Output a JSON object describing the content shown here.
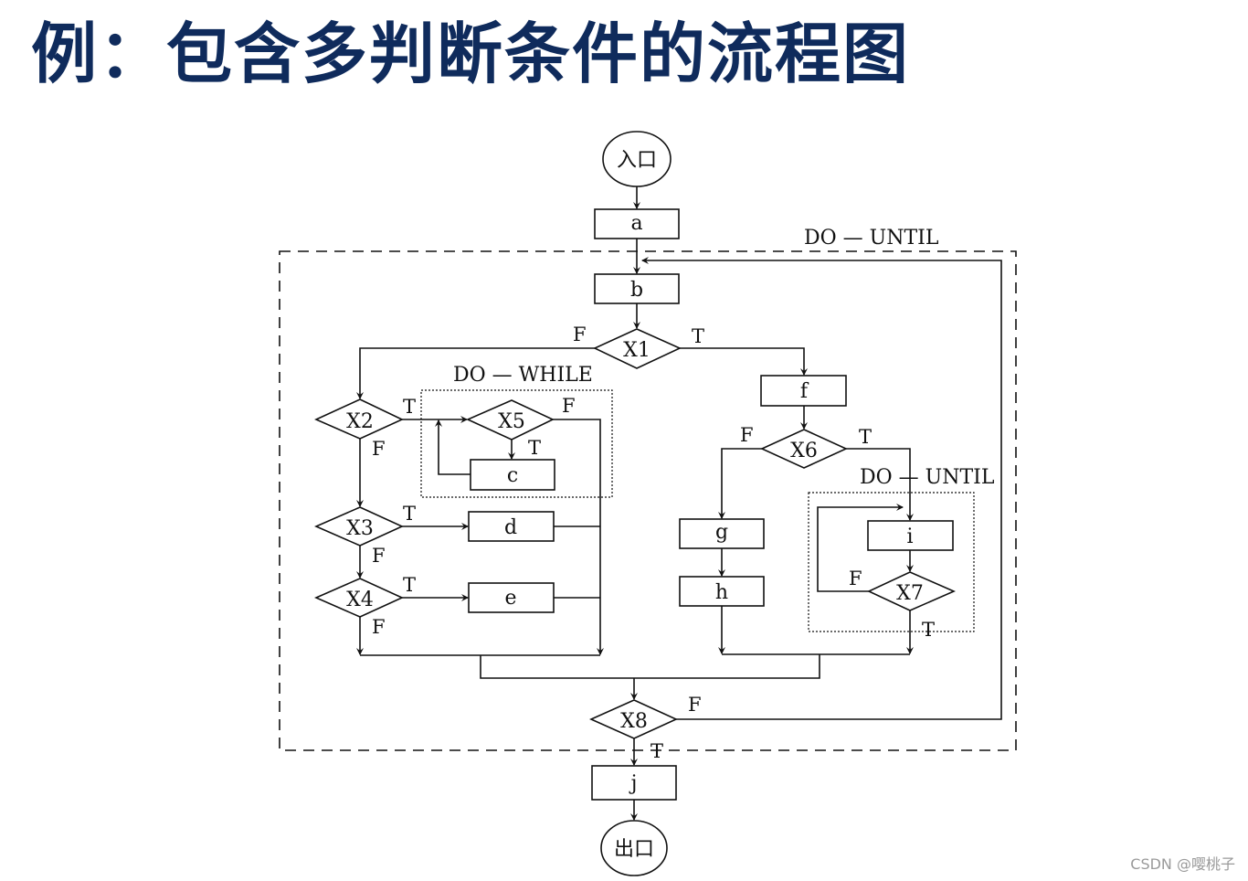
{
  "title": "例：包含多判断条件的流程图",
  "watermark": "CSDN @嘤桃子",
  "colors": {
    "title": "#0f2b5c",
    "lines": "#111111",
    "watermark": "#9a9a9a"
  },
  "nodes": {
    "entry": "入口",
    "exit": "出口",
    "a": "a",
    "b": "b",
    "c": "c",
    "d": "d",
    "e": "e",
    "f": "f",
    "g": "g",
    "h": "h",
    "i": "i",
    "j": "j",
    "X1": "X1",
    "X2": "X2",
    "X3": "X3",
    "X4": "X4",
    "X5": "X5",
    "X6": "X6",
    "X7": "X7",
    "X8": "X8"
  },
  "loops": {
    "outer": "DO — UNTIL",
    "do_while": "DO — WHILE",
    "inner_until": "DO — UNTIL"
  },
  "branch_labels": {
    "x1_false": "F",
    "x1_true": "T",
    "x2_true": "T",
    "x2_false": "F",
    "x3_true": "T",
    "x3_false": "F",
    "x4_true": "T",
    "x4_false": "F",
    "x5_false": "F",
    "x5_true": "T",
    "x6_false": "F",
    "x6_true": "T",
    "x7_false": "F",
    "x7_true": "T",
    "x8_false": "F",
    "x8_true": "T"
  }
}
